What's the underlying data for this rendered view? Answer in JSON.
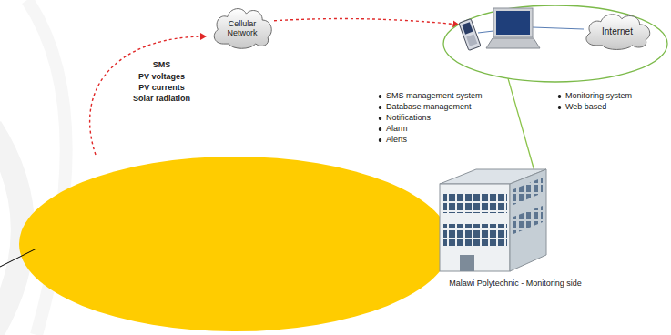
{
  "diagram": {
    "nodes": [
      {
        "text": [
          "Cellular Network"
        ]
      },
      {
        "text": [
          "SMS management system",
          "Database management",
          "Notifications",
          "Alarm",
          "Alerts",
          "Monitoring system",
          "Web based"
        ]
      },
      {
        "text": [
          "Internet"
        ],
        "in": 1
      },
      {
        "text": [
          "Malawi Polytechnic - Monitoring side"
        ]
      }
    ],
    "edges": [
      {
        "from": 0,
        "to": 1,
        "arrow": "to"
      },
      {
        "from": 1,
        "to": 3,
        "arrow": "none"
      }
    ],
    "labels": [
      "SMS",
      "PV voltages",
      "PV currents",
      "Solar radiation"
    ]
  }
}
